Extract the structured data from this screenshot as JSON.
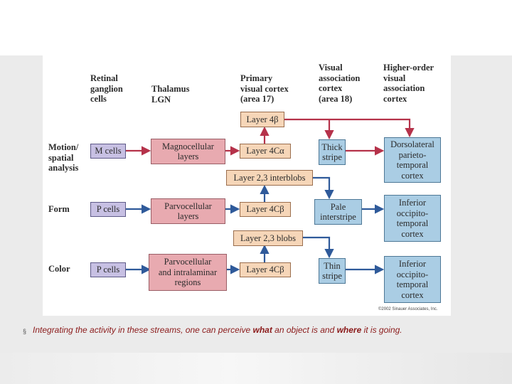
{
  "headers": {
    "retinal": "Retinal\nganglion\ncells",
    "thalamus": "Thalamus\nLGN",
    "primary": "Primary\nvisual cortex\n(area 17)",
    "visual_assoc": "Visual\nassociation\ncortex\n(area 18)",
    "higher_assoc": "Higher-order\nvisual\nassociation\ncortex"
  },
  "rows": {
    "motion": "Motion/\nspatial\nanalysis",
    "form": "Form",
    "color": "Color"
  },
  "boxes": {
    "layer_4b": "Layer 4β",
    "m_cells": "M cells",
    "magnocellular": "Magnocellular\nlayers",
    "layer_4ca": "Layer 4Cα",
    "thick_stripe": "Thick\nstripe",
    "dorsolateral": "Dorsolateral\nparieto-\ntemporal\ncortex",
    "interblobs": "Layer 2,3 interblobs",
    "p_cells_form": "P cells",
    "parvocellular": "Parvocellular\nlayers",
    "layer_4cb_form": "Layer 4Cβ",
    "pale_interstripe": "Pale\ninterstripe",
    "inferior_form": "Inferior\noccipito-\ntemporal\ncortex",
    "blobs": "Layer 2,3 blobs",
    "p_cells_color": "P cells",
    "parvo_intralaminar": "Parvocellular\nand intralaminar\nregions",
    "layer_4cb_color": "Layer 4Cβ",
    "thin_stripe": "Thin\nstripe",
    "inferior_color": "Inferior\noccipito-\ntemporal\ncortex"
  },
  "copyright": "©2002 Sinauer Associates, Inc.",
  "caption": {
    "bullet": "§",
    "part1": "Integrating the activity in these streams, one can perceive ",
    "what": "what",
    "part2": " an object is and ",
    "where": "where",
    "part3": " it is going."
  },
  "colors": {
    "red_arrow": "#b5324a",
    "blue_arrow": "#2f5a9a",
    "caption": "#8b1a1a"
  }
}
